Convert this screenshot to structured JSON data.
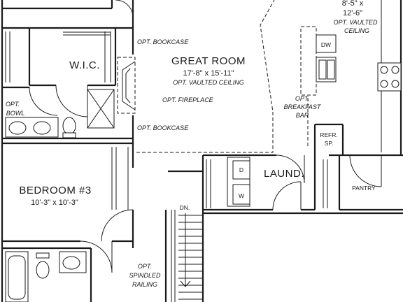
{
  "rooms": {
    "great_room": {
      "name": "GREAT ROOM",
      "size": "17'-8\" x 15'-11\"",
      "note": "OPT. VAULTED CEILING"
    },
    "kitchen": {
      "size_line1": "8'-5\" x",
      "size_line2": "12'-6\"",
      "note_line1": "OPT. VAULTED",
      "note_line2": "CEILING"
    },
    "wic": {
      "name": "W.I.C."
    },
    "bedroom3": {
      "name": "BEDROOM #3",
      "size": "10'-3\" x 10'-3\""
    },
    "laundry": {
      "name": "LAUND."
    },
    "pantry": {
      "name": "PANTRY"
    }
  },
  "labels": {
    "bookcase_top": "OPT. BOOKCASE",
    "bookcase_bottom": "OPT. BOOKCASE",
    "fireplace": "OPT. FIREPLACE",
    "bowl_line1": "OPT.",
    "bowl_line2": "BOWL",
    "breakfast_line1": "OPT.",
    "breakfast_line2": "BREAKFAST",
    "breakfast_line3": "BAR",
    "refr_line1": "REFR.",
    "refr_line2": "SP.",
    "dw": "DW",
    "dryer": "D",
    "washer": "W",
    "stair_dn": "DN.",
    "railing_line1": "OPT.",
    "railing_line2": "SPINDLED",
    "railing_line3": "RAILING"
  }
}
